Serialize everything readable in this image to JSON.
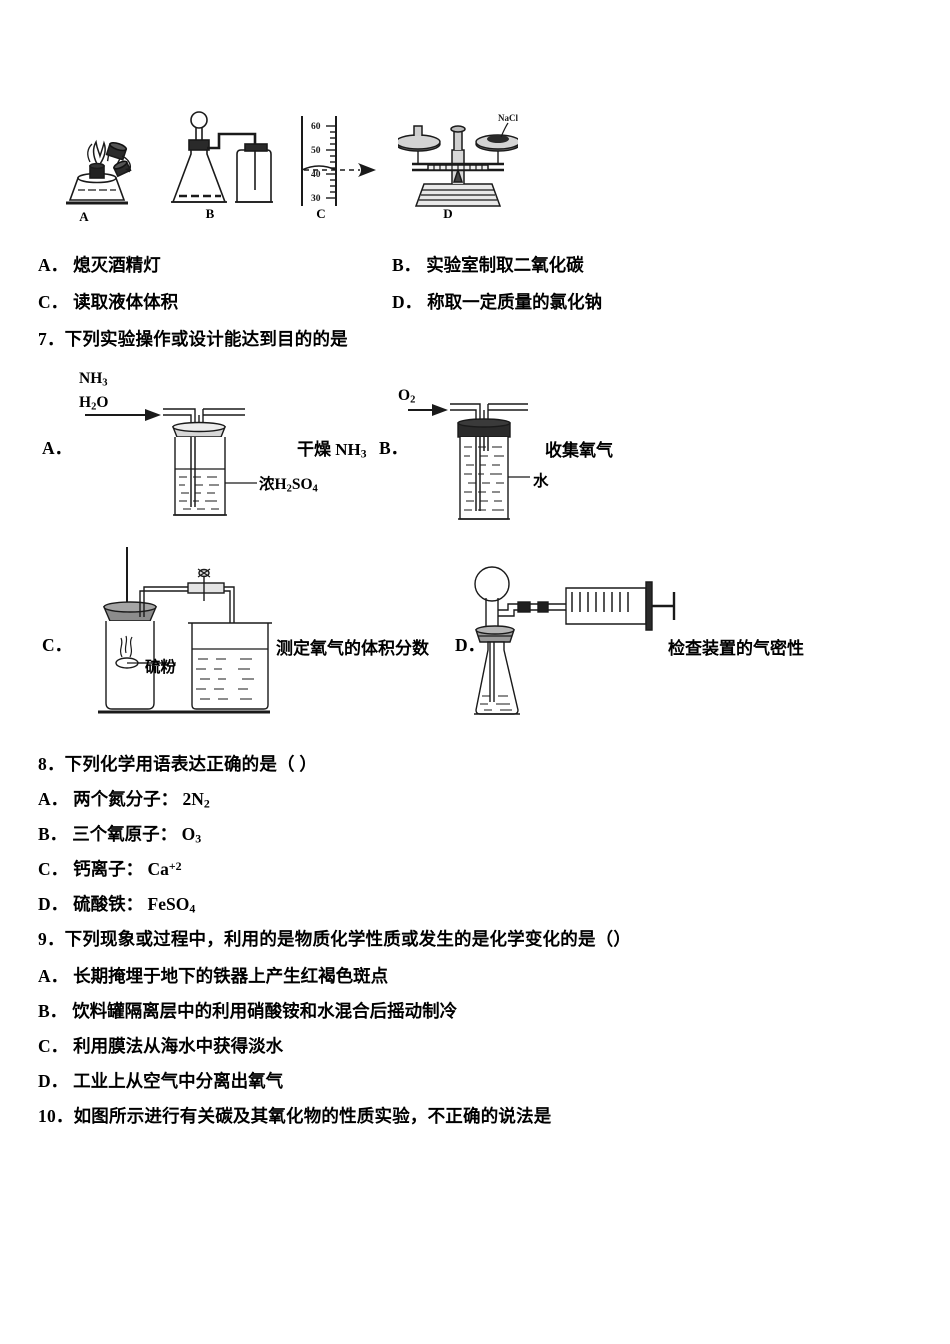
{
  "document": {
    "type": "chemistry-exam-paper",
    "language": "zh-CN"
  },
  "q6": {
    "figures": [
      {
        "letter": "A",
        "name": "alcohol-lamp-blown-out"
      },
      {
        "letter": "B",
        "name": "co2-generation-apparatus"
      },
      {
        "letter": "C",
        "name": "graduated-cylinder-reading",
        "ticks": [
          "60",
          "50",
          "40",
          "30"
        ]
      },
      {
        "letter": "D",
        "name": "tray-balance",
        "label": "NaCl"
      }
    ],
    "options": [
      {
        "label": "A．",
        "text": "熄灭酒精灯"
      },
      {
        "label": "B．",
        "text": "实验室制取二氧化碳"
      },
      {
        "label": "C．",
        "text": "读取液体体积"
      },
      {
        "label": "D．",
        "text": "称取一定质量的氯化钠"
      }
    ]
  },
  "q7": {
    "stem": "7．下列实验操作或设计能达到目的的是",
    "options": [
      {
        "label": "A．",
        "caption": "干燥 NH₃",
        "figure": "gas-washing-bottle-with-concentrated-sulfuric-acid",
        "inlet_labels": [
          "NH₃",
          "H₂O"
        ],
        "liquid_label": "浓H₂SO₄"
      },
      {
        "label": "B．",
        "caption": "收集氧气",
        "figure": "gas-collecting-bottle-water-displacement",
        "inlet_labels": [
          "O₂"
        ],
        "liquid_label": "水"
      },
      {
        "label": "C．",
        "caption": "测定氧气的体积分数",
        "figure": "sulfur-burning-in-bottle-with-beaker",
        "inner_label": "硫粉"
      },
      {
        "label": "D．",
        "caption": "检查装置的气密性",
        "figure": "flask-with-syringe-airtightness-check"
      }
    ]
  },
  "q8": {
    "stem": "8．下列化学用语表达正确的是（      ）",
    "options": [
      {
        "label": "A．",
        "text": "两个氮分子：",
        "formula_html": "2N<sub>2</sub>"
      },
      {
        "label": "B．",
        "text": "三个氧原子：",
        "formula_html": "O<sub>3</sub>"
      },
      {
        "label": "C．",
        "text": "钙离子：",
        "formula_html": "Ca<sup>+2</sup>"
      },
      {
        "label": "D．",
        "text": "硫酸铁：",
        "formula_html": "FeSO<sub>4</sub>"
      }
    ]
  },
  "q9": {
    "stem": "9．下列现象或过程中，利用的是物质化学性质或发生的是化学变化的是（）",
    "options": [
      {
        "label": "A．",
        "text": "长期掩埋于地下的铁器上产生红褐色斑点"
      },
      {
        "label": "B．",
        "text": "饮料罐隔离层中的利用硝酸铵和水混合后摇动制冷"
      },
      {
        "label": "C．",
        "text": "利用膜法从海水中获得淡水"
      },
      {
        "label": "D．",
        "text": "工业上从空气中分离出氧气"
      }
    ]
  },
  "q10": {
    "stem": "10．如图所示进行有关碳及其氧化物的性质实验，不正确的说法是"
  }
}
